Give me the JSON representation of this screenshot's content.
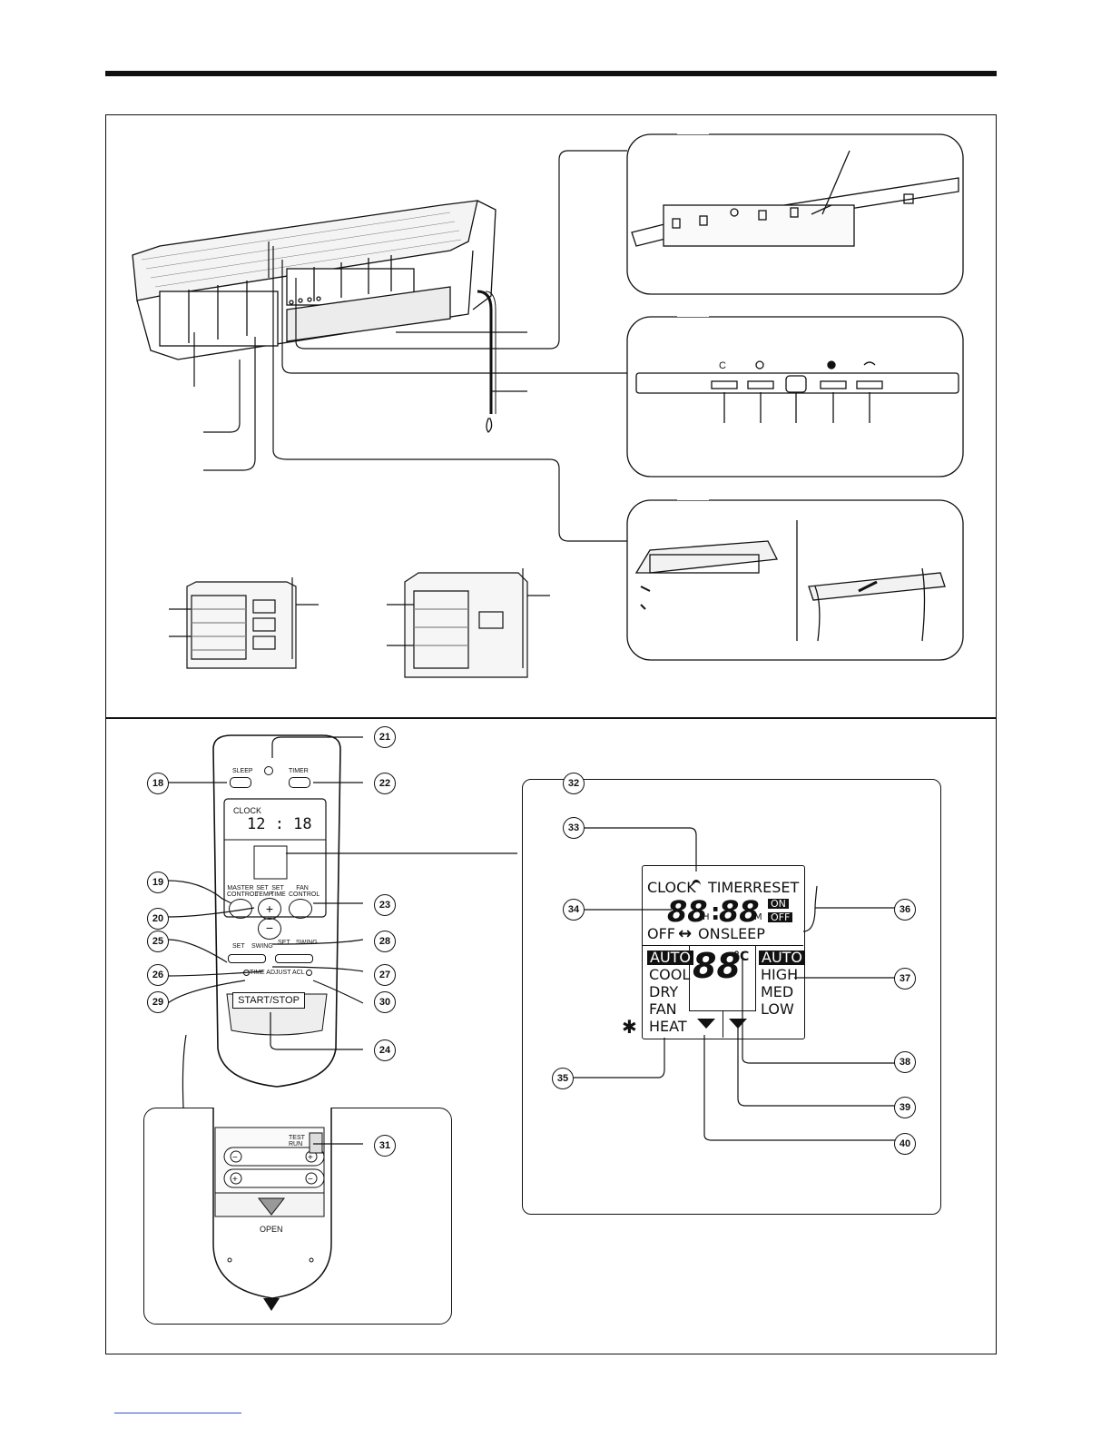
{
  "remote": {
    "sleep_label": "SLEEP",
    "timer_label": "TIMER",
    "clock_label": "CLOCK",
    "clock_time": "12 : 18",
    "master_control_label": "MASTER CONTROL",
    "set_temp_label": "SET TEMP.",
    "set_time_label": "SET TIME",
    "fan_control_label": "FAN CONTROL",
    "plus_symbol": "+",
    "minus_symbol": "−",
    "set_label": "SET",
    "swing_label": "SWING",
    "time_adjust_label": "TIME ADJUST",
    "acl_label": "ACL",
    "start_stop_label": "START/STOP",
    "test_run_label": "TEST RUN",
    "open_label": "OPEN"
  },
  "lcd": {
    "clock": "CLOCK",
    "timer": "TIMER",
    "reset": "RESET",
    "time_digits": "88",
    "minute_digits": "88",
    "hour_unit": "H",
    "minute_unit": "M",
    "on": "ON",
    "off": "OFF",
    "off_on_left": "OFF",
    "off_on_arrow": "↔",
    "off_on_right": "ON",
    "sleep": "SLEEP",
    "temp_digits": "88",
    "temp_unit": "°C",
    "modes": [
      "AUTO",
      "COOL",
      "DRY",
      "FAN",
      "HEAT"
    ],
    "fan_speeds": [
      "AUTO",
      "HIGH",
      "MED",
      "LOW"
    ]
  },
  "callouts": {
    "n18": "18",
    "n19": "19",
    "n20": "20",
    "n21": "21",
    "n22": "22",
    "n23": "23",
    "n24": "24",
    "n25": "25",
    "n26": "26",
    "n27": "27",
    "n28": "28",
    "n29": "29",
    "n30": "30",
    "n31": "31",
    "n32": "32",
    "n33": "33",
    "n34": "34",
    "n35": "35",
    "n36": "36",
    "n37": "37",
    "n38": "38",
    "n39": "39",
    "n40": "40",
    "asterisk": "✱"
  }
}
